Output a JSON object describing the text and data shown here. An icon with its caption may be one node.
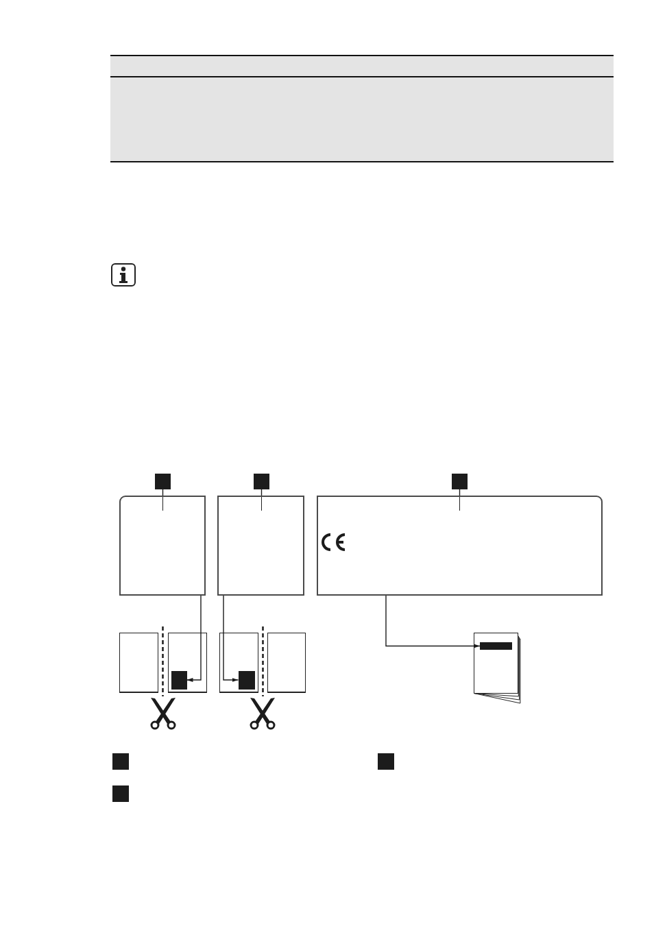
{
  "diagram": {
    "nodes": [
      {
        "text": [],
        "shape": "square"
      },
      {
        "text": [],
        "shape": "square"
      },
      {
        "text": [],
        "shape": "square"
      },
      {
        "text": [],
        "shape": "box"
      },
      {
        "text": [],
        "shape": "box"
      },
      {
        "text": [],
        "shape": "box"
      },
      {
        "text": [],
        "shape": "page"
      },
      {
        "text": [],
        "shape": "page"
      },
      {
        "text": [],
        "shape": "square",
        "in": 7
      },
      {
        "text": [],
        "shape": "page"
      },
      {
        "text": [],
        "shape": "square",
        "in": 9
      },
      {
        "text": [],
        "shape": "page"
      },
      {
        "text": [],
        "shape": "document"
      },
      {
        "text": [],
        "shape": "bar",
        "in": 12
      },
      {
        "text": [],
        "shape": "square"
      },
      {
        "text": [],
        "shape": "square"
      },
      {
        "text": [],
        "shape": "square"
      }
    ],
    "edges": [
      {
        "from": 0,
        "to": 3,
        "arrow": "none"
      },
      {
        "from": 1,
        "to": 4,
        "arrow": "none"
      },
      {
        "from": 2,
        "to": 5,
        "arrow": "none"
      },
      {
        "from": 3,
        "to": 8,
        "arrow": "to"
      },
      {
        "from": 4,
        "to": 10,
        "arrow": "to"
      },
      {
        "from": 5,
        "to": 13,
        "arrow": "to"
      }
    ]
  }
}
